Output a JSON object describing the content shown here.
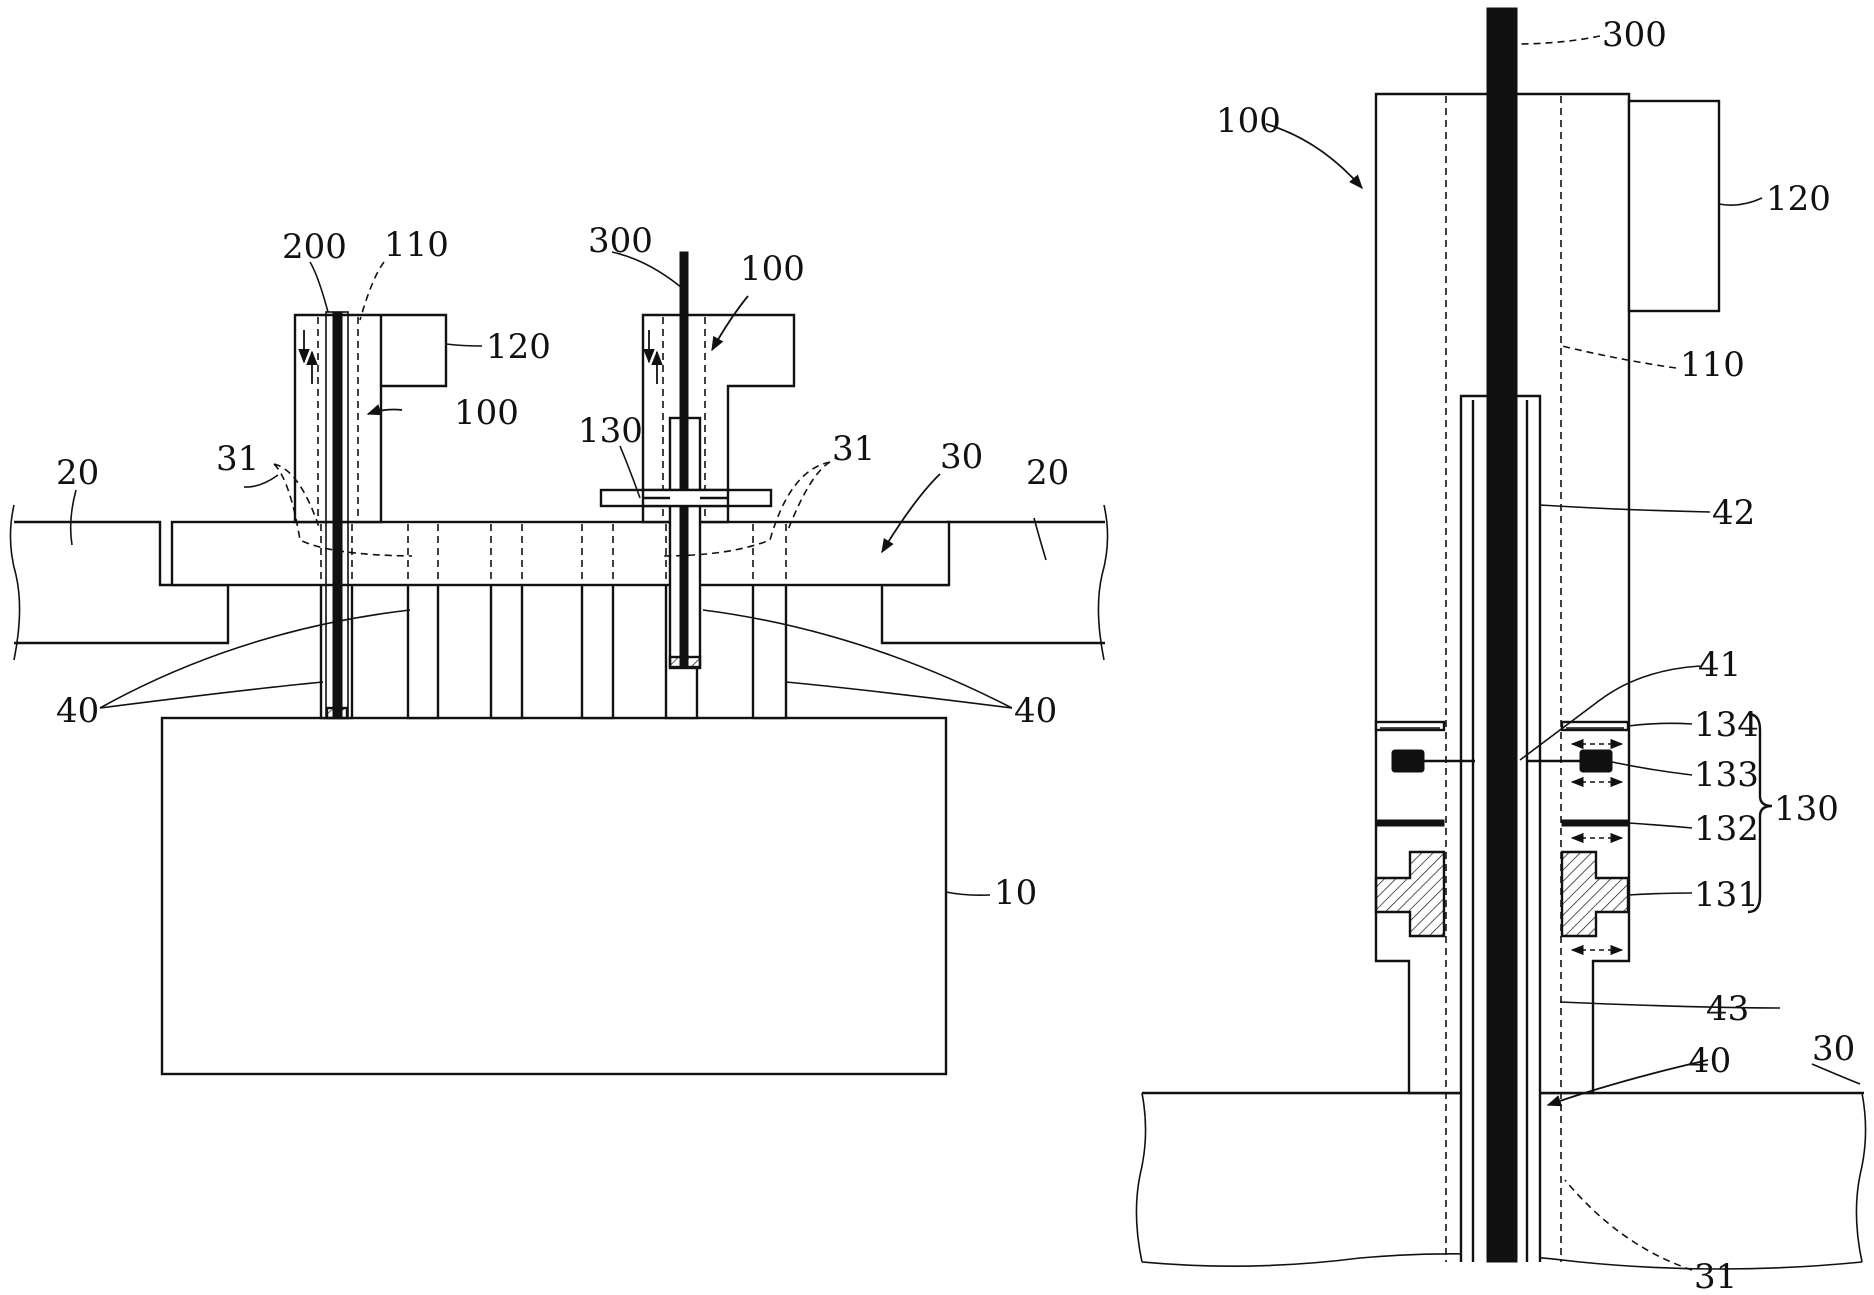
{
  "figure_left": {
    "labels": {
      "l200": "200",
      "l110": "110",
      "l120": "120",
      "l100a": "100",
      "l300": "300",
      "l100b": "100",
      "l130": "130",
      "l31a": "31",
      "l31b": "31",
      "l30": "30",
      "l20a": "20",
      "l20b": "20",
      "l40a": "40",
      "l40b": "40",
      "l10": "10"
    }
  },
  "figure_right": {
    "labels": {
      "l300": "300",
      "l100": "100",
      "l120": "120",
      "l110": "110",
      "l42": "42",
      "l41": "41",
      "l134": "134",
      "l133": "133",
      "l132": "132",
      "l130": "130",
      "l131": "131",
      "l43": "43",
      "l30": "30",
      "l40": "40",
      "l31": "31"
    }
  }
}
